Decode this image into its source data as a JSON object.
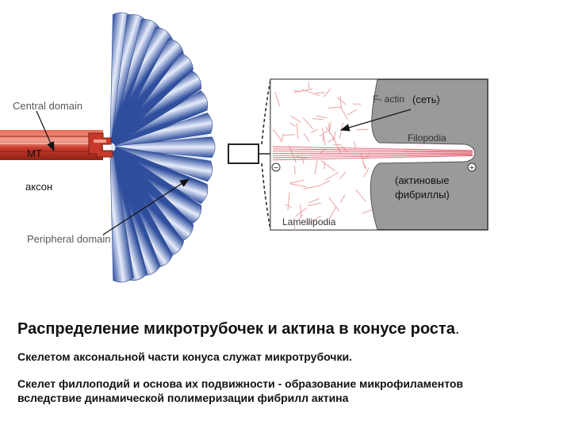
{
  "colors": {
    "axon": "#c8392b",
    "axon_highlight": "#f0a090",
    "fan_blue": "#4a6fc4",
    "fan_light": "#dfe7f7",
    "inset_bg": "#9a9a9a",
    "lamellipodia": "#ffffff",
    "actin_mesh": "#e9a3a3",
    "filaments": "#e06070"
  },
  "labels": {
    "central_domain": "Central domain",
    "mt": "MT",
    "axon": "аксон",
    "peripheral_domain": "Peripheral domain",
    "f_actin": "F- actin",
    "network": "(сеть)",
    "filopodia": "Filopodia",
    "actin_fibrils_1": "(актиновые",
    "actin_fibrils_2": "фибриллы)",
    "lamellipodia": "Lamellipodia",
    "minus": "−",
    "plus": "+"
  },
  "caption": {
    "title": "Распределение микротрубочек и актина в конусе роста",
    "title_period": ".",
    "line1": "Скелетом аксональной части конуса служат микротрубочки.",
    "line2": "Скелет филлоподий и основа их подвижности - образование микрофиламентов",
    "line3": "вследствие динамической полимеризации фибрилл актина"
  }
}
